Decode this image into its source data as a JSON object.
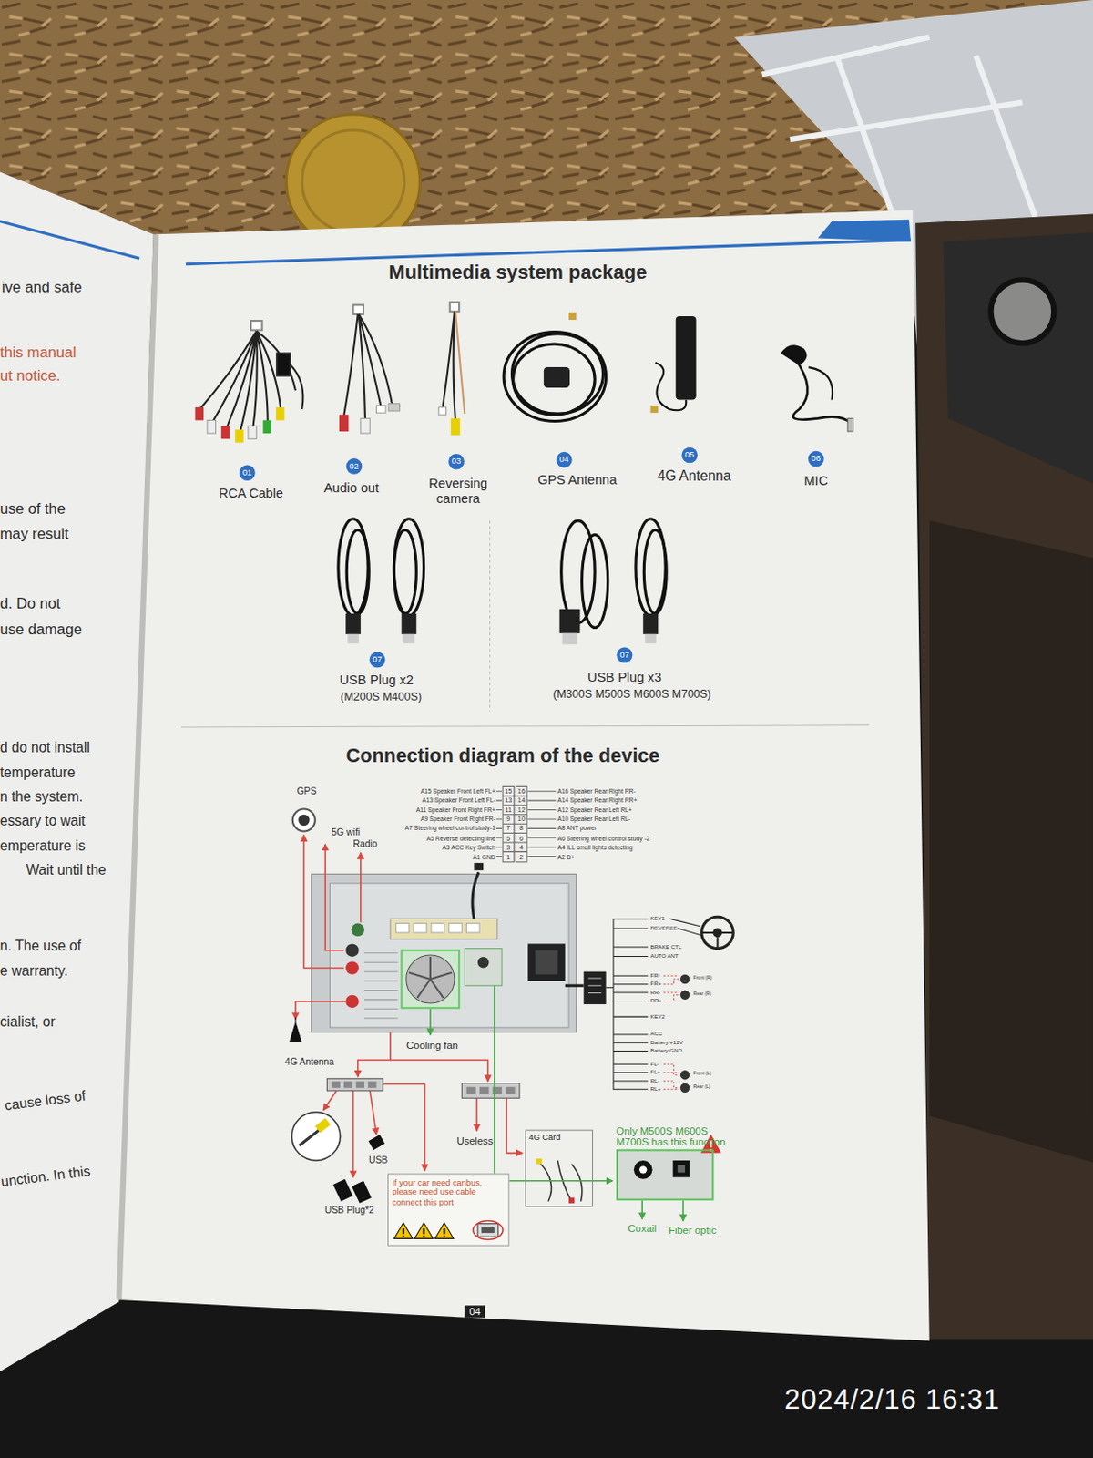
{
  "diagram": {
    "title": "Multimedia system package",
    "nodes": [
      {
        "text": [
          "If your car need canbus, please need use cable connect this port"
        ]
      },
      {
        "text": [
          "4G Card"
        ]
      },
      {
        "text": [
          "Only M500S M600S M700S has this function"
        ]
      }
    ],
    "labels": [
      "ive and safe",
      "this manual",
      "ut notice.",
      "use of the",
      "may result",
      "d. Do not",
      "use damage",
      "d do not install",
      "temperature",
      "n the system.",
      "essary to wait",
      "emperature is",
      "Wait until the",
      "n. The use of",
      "e warranty.",
      "cialist, or",
      "cause loss of",
      "unction. In this",
      "01",
      "RCA Cable",
      "02",
      "Audio out",
      "03",
      "Reversing camera",
      "04",
      "GPS Antenna",
      "05",
      "4G Antenna",
      "06",
      "MIC",
      "07",
      "USB Plug x2",
      "(M200S M400S)",
      "07",
      "USB Plug x3",
      "(M300S M500S M600S M700S)",
      "Connection diagram of the device",
      "GPS",
      "5G wifi",
      "Radio",
      "A15 Speaker Front Left FL+",
      "A13 Speaker Front Left FL-",
      "A11 Speaker Front Right FR+",
      "A9 Speaker Front Right FR-",
      "A7 Steering wheel control study-1",
      "A5 Reverse detecting line",
      "A3 ACC Key Switch",
      "A1 GND",
      "15",
      "16",
      "13",
      "14",
      "11",
      "12",
      "9",
      "10",
      "7",
      "8",
      "5",
      "6",
      "3",
      "4",
      "1",
      "2",
      "A16 Speaker Rear Right RR-",
      "A14 Speaker Rear Right RR+",
      "A12 Speaker Rear Left RL+",
      "A10 Speaker Rear Left RL-",
      "A8 ANT power",
      "A6 Steering wheel control study -2",
      "A4 ILL small lights detecting",
      "A2 B+",
      "KEY1",
      "REVERSE",
      "BRAKE CTL",
      "AUTO ANT",
      "FR-",
      "FR+",
      "RR-",
      "RR+",
      "Front (R)",
      "Rear (R)",
      "KEY2",
      "ACC",
      "Battery +12V",
      "Battery GND",
      "FL-",
      "FL+",
      "RL-",
      "RL+",
      "Front (L)",
      "Rear (L)",
      "Cooling fan",
      "4G Antenna",
      "USB",
      "USB Plug*2",
      "Useless",
      "Coxail",
      "Fiber optic",
      "04",
      "2024/2/16 16:31"
    ]
  }
}
